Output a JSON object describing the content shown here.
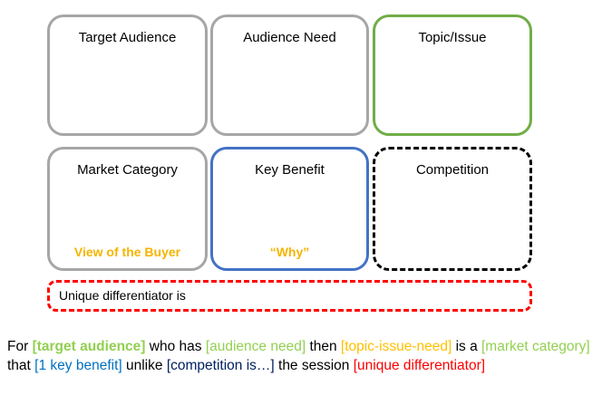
{
  "boxes": {
    "target_audience": {
      "title": "Target Audience"
    },
    "audience_need": {
      "title": "Audience Need"
    },
    "topic_issue": {
      "title": "Topic/Issue"
    },
    "market_category": {
      "title": "Market Category",
      "footnote": "View of the Buyer"
    },
    "key_benefit": {
      "title": "Key Benefit",
      "footnote": "“Why”"
    },
    "competition": {
      "title": "Competition"
    }
  },
  "differentiator": {
    "label": "Unique differentiator is"
  },
  "statement": {
    "p1": "For ",
    "target_audience": "[target audience]",
    "p2": " who has ",
    "audience_need": "[audience need]",
    "p3": " then ",
    "topic_issue_need": "[topic-issue-need]",
    "p4": " is a ",
    "market_category": "[market category]",
    "p5": " that ",
    "key_benefit": "[1 key benefit]",
    "p6": " unlike ",
    "competition": "[competition is…]",
    "p7": " the session ",
    "unique_differentiator": "[unique differentiator]"
  },
  "colors": {
    "gray_border": "#a6a6a6",
    "green_border": "#70ad47",
    "blue_border": "#4472c4",
    "dashed_black": "#000000",
    "dashed_red": "#ff0000",
    "footnote_gold": "#f6b400",
    "text_green": "#92d050",
    "text_gold": "#ffc000",
    "text_blue": "#0070c0",
    "text_navy": "#002060",
    "text_red": "#ff0000"
  }
}
